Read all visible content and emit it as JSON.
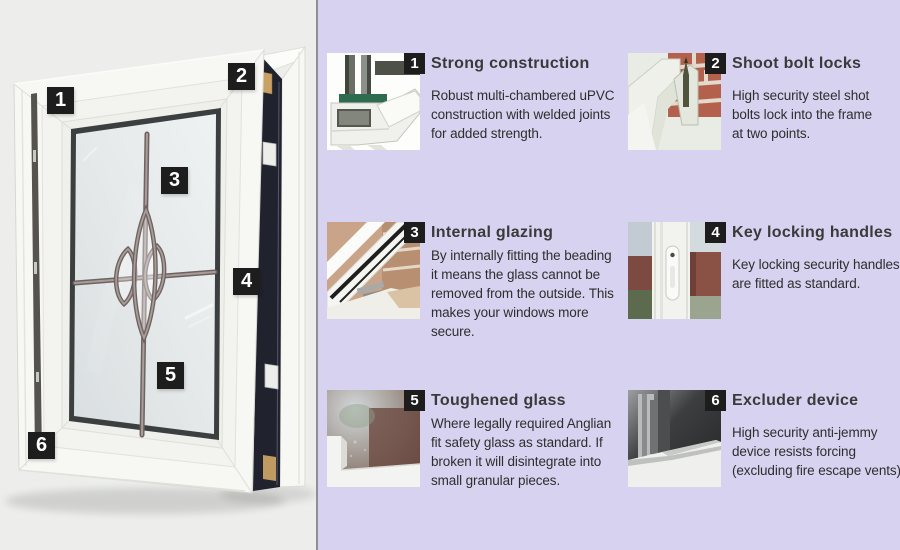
{
  "page": {
    "left_background": "#edeeec",
    "right_background": "#d6d2ef",
    "divider_color": "#8e8e96",
    "marker_background": "#1d1d1d",
    "marker_text_color": "#ffffff"
  },
  "diagram": {
    "description": "Open white uPVC window with decorative leaded glass, annotated with numbered markers",
    "markers": [
      {
        "label": "1"
      },
      {
        "label": "2"
      },
      {
        "label": "3"
      },
      {
        "label": "4"
      },
      {
        "label": "5"
      },
      {
        "label": "6"
      }
    ]
  },
  "features": [
    {
      "number": "1",
      "title": "Strong construction",
      "body": "Robust multi-chambered uPVC\nconstruction with welded joints\nfor added strength.",
      "thumbnail": "upvc-profile-cross-section"
    },
    {
      "number": "2",
      "title": "Shoot bolt locks",
      "body": "High security steel shot\nbolts lock into the frame\nat two points.",
      "thumbnail": "shoot-bolt-on-frame-with-brick-wall"
    },
    {
      "number": "3",
      "title": "Internal glazing",
      "body": "By internally fitting the beading\nit means the glass cannot be\nremoved from the outside. This\nmakes your windows more secure.",
      "thumbnail": "open-window-corner-with-brick-wall"
    },
    {
      "number": "4",
      "title": "Key locking handles",
      "body": "Key locking security handles\nare fitted as standard.",
      "thumbnail": "white-key-locking-handle"
    },
    {
      "number": "5",
      "title": "Toughened glass",
      "body": "Where legally required Anglian\nfit safety glass as standard. If\nbroken it will disintegrate into\nsmall granular pieces.",
      "thumbnail": "glass-corner-close-up"
    },
    {
      "number": "6",
      "title": "Excluder device",
      "body": "High security anti-jemmy\ndevice resists forcing\n(excluding fire escape vents).",
      "thumbnail": "excluder-device-macro"
    }
  ]
}
